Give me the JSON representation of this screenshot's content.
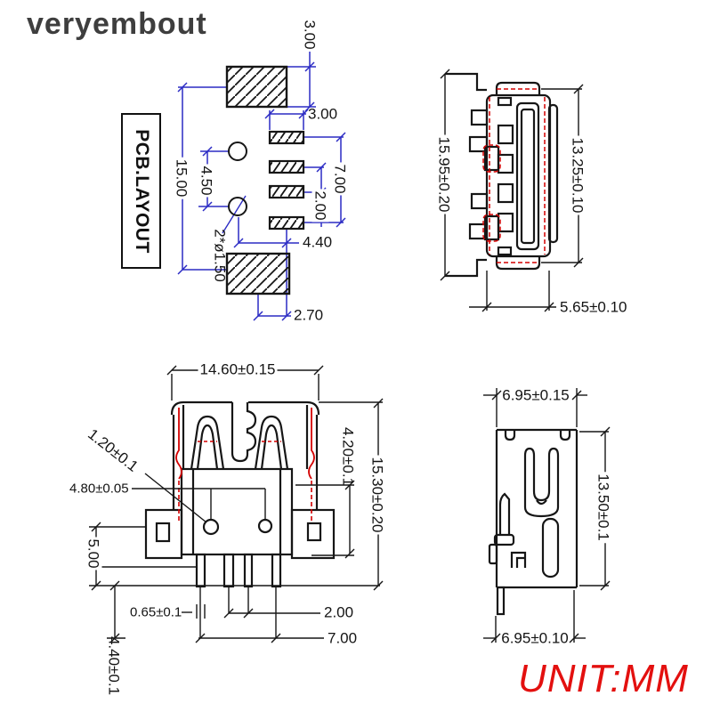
{
  "watermark": "veryembout",
  "unit_note": "UNIT:MM",
  "colors": {
    "dimension_blue": "#2b2bc4",
    "outline_black": "#161616",
    "highlight_red": "#d40000",
    "unit_red": "#e3100f"
  },
  "views": {
    "pcb_layout": {
      "label": "PCB.LAYOUT",
      "dims": {
        "pad_height": "3.00",
        "pad_width": "3.00",
        "board_height": "15.00",
        "hole_spacing": "4.50",
        "holes": "2*ø1.50",
        "pad_span": "7.00",
        "pad_pitch": "2.00",
        "pad_offset": "4.40",
        "bottom_offset": "2.70"
      }
    },
    "front_view": {
      "dims": {
        "overall_height": "15.95±0.20",
        "shield_height": "13.25±0.10",
        "depth": "5.65±0.10"
      }
    },
    "top_view": {
      "dims": {
        "overall_width": "14.60±0.15",
        "pin_diameter": "1.20±0.1",
        "hole_spacing": "4.80±0.05",
        "pin_length": "5.00",
        "tail_length": "4.40±0.1",
        "pin_width": "0.65±0.1",
        "pin_pitch": "2.00",
        "pin_span": "7.00",
        "side_height": "4.20±0.1",
        "body_height": "15.30±0.20"
      }
    },
    "side_view": {
      "dims": {
        "top_width": "6.95±0.15",
        "height": "13.50±0.1",
        "bottom_width": "6.95±0.10"
      }
    }
  }
}
